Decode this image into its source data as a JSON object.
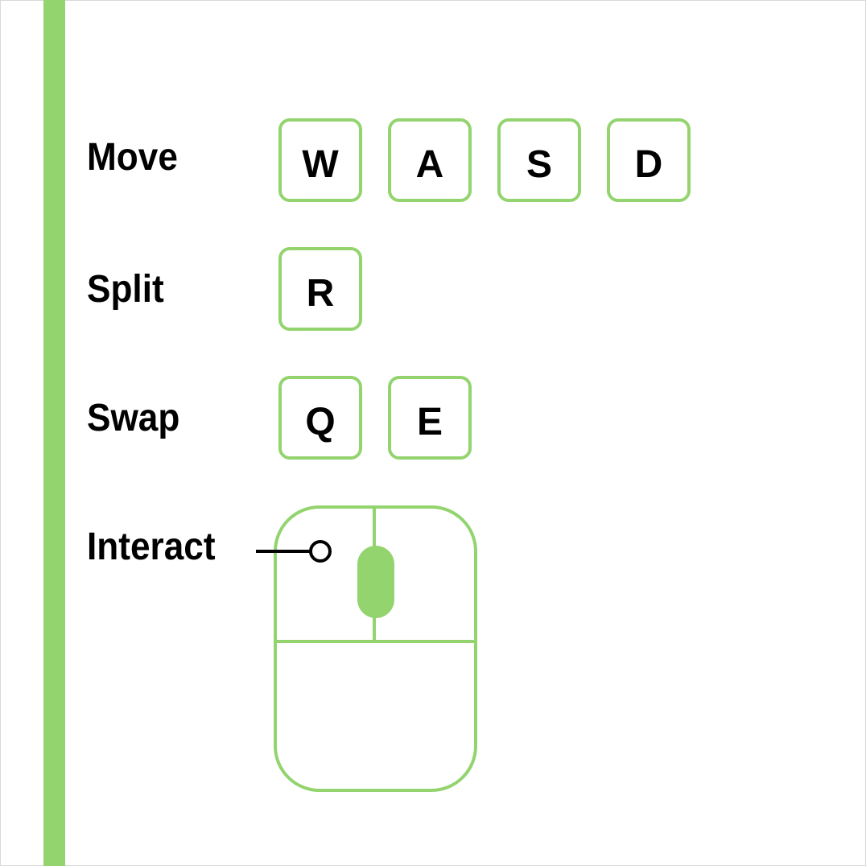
{
  "accent_color": "#93d46f",
  "controls": {
    "move": {
      "label": "Move",
      "keys": [
        "W",
        "A",
        "S",
        "D"
      ]
    },
    "split": {
      "label": "Split",
      "keys": [
        "R"
      ]
    },
    "swap": {
      "label": "Swap",
      "keys": [
        "Q",
        "E"
      ]
    },
    "interact": {
      "label": "Interact",
      "device_icon": "mouse-icon",
      "button": "left-click"
    }
  }
}
